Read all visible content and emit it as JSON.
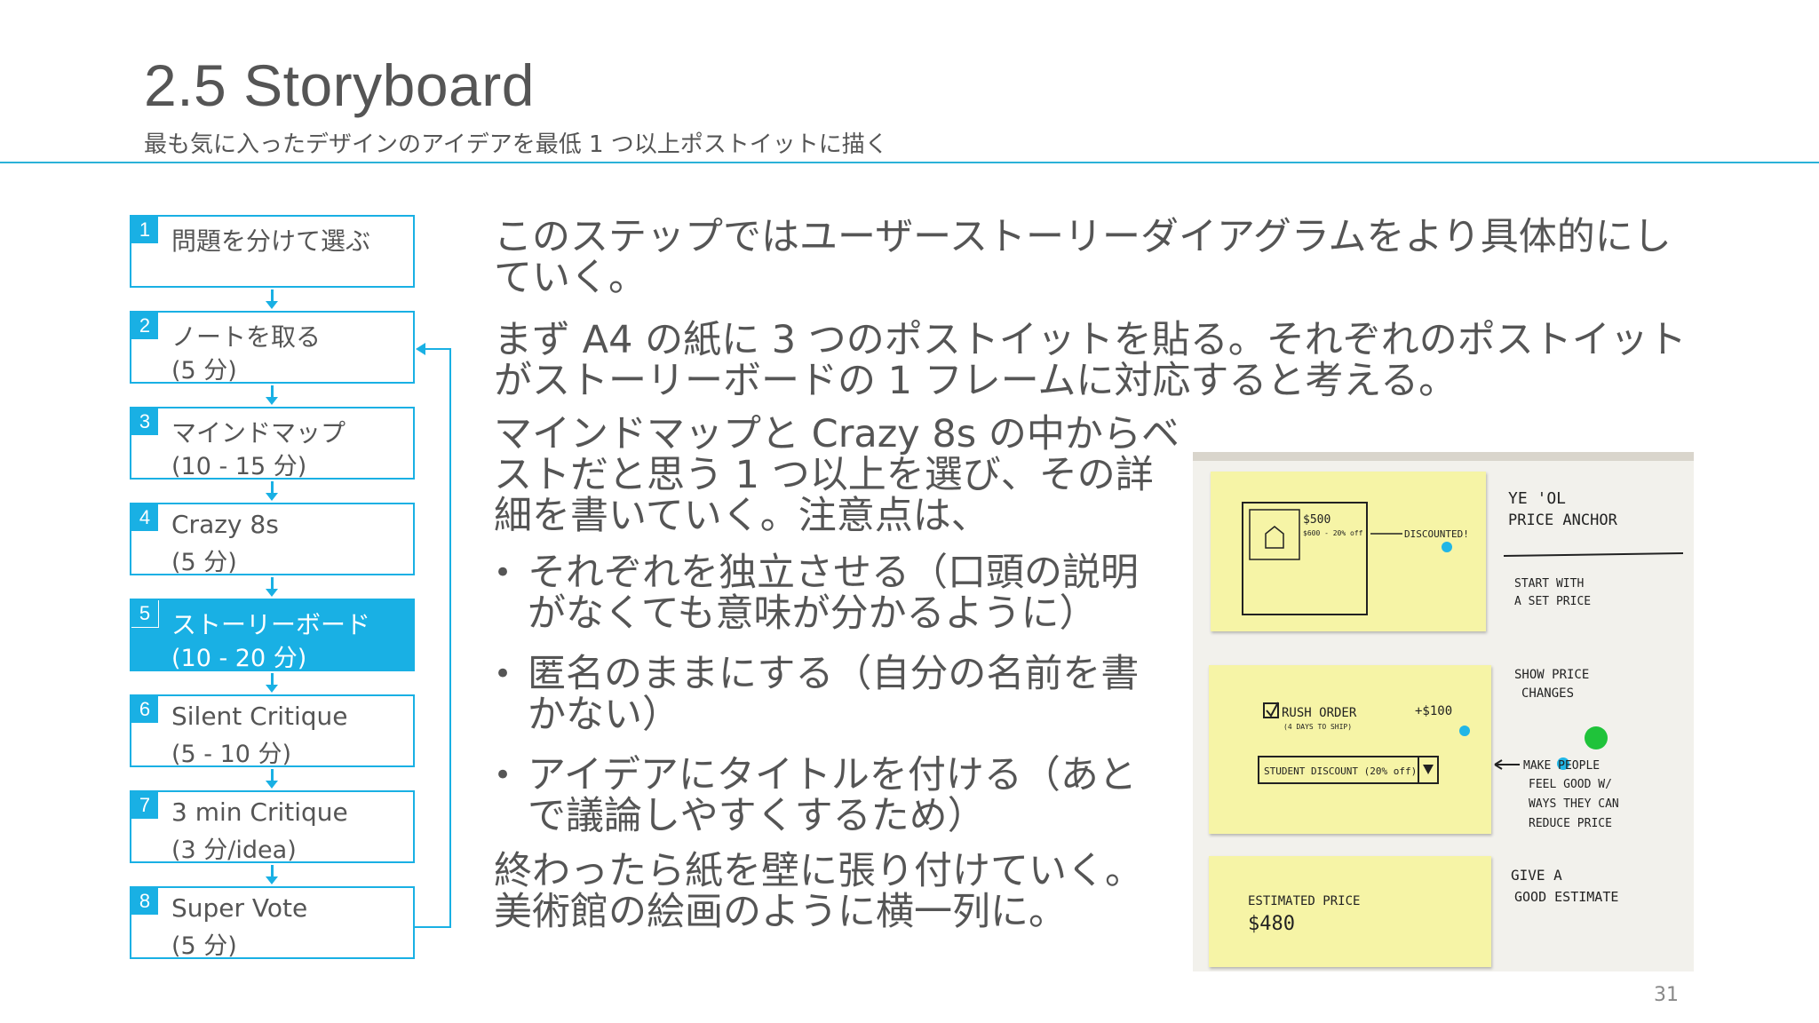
{
  "header": {
    "title": "2.5 Storyboard",
    "subtitle": "最も気に入ったデザインのアイデアを最低 1 つ以上ポストイットに描く"
  },
  "steps": [
    {
      "number": "1",
      "label": "問題を分けて選ぶ",
      "sub": ""
    },
    {
      "number": "2",
      "label": "ノートを取る",
      "sub": "(5 分)"
    },
    {
      "number": "3",
      "label": "マインドマップ",
      "sub": "(10 - 15 分)"
    },
    {
      "number": "4",
      "label": "Crazy 8s",
      "sub": "(5 分)"
    },
    {
      "number": "5",
      "label": "ストーリーボード",
      "sub": "(10 - 20 分)",
      "active": true
    },
    {
      "number": "6",
      "label": "Silent Critique",
      "sub": "(5 - 10 分)"
    },
    {
      "number": "7",
      "label": "3 min Critique",
      "sub": "(3 分/idea)"
    },
    {
      "number": "8",
      "label": "Super Vote",
      "sub": "(5 分)"
    }
  ],
  "body": {
    "para1": [
      "このステップではユーザーストーリーダイアグラムをより具体的にし",
      "ていく。"
    ],
    "para2": [
      "まず A4 の紙に 3 つのポストイットを貼る。それぞれのポストイット",
      "がストーリーボードの 1 フレームに対応すると考える。"
    ],
    "para3": [
      "マインドマップと Crazy 8s の中からベ",
      "ストだと思う 1 つ以上を選び、その詳",
      "細を書いていく。注意点は、"
    ],
    "bullets": [
      [
        "それぞれを独立させる（口頭の説明",
        "がなくても意味が分かるように）"
      ],
      [
        "匿名のままにする（自分の名前を書",
        "かない）"
      ],
      [
        "アイデアにタイトルを付ける（あと",
        "で議論しやすくするため）"
      ]
    ],
    "para4": [
      "終わったら紙を壁に張り付けていく。",
      "美術館の絵画のように横一列に。"
    ]
  },
  "photo": {
    "note1": {
      "price": "$500",
      "strike": "$600 - 20% off",
      "tag": "DISCOUNTED!"
    },
    "note2": {
      "rush": "RUSH ORDER",
      "rush_sub": "(4 DAYS TO SHIP)",
      "rush_price": "+$100",
      "student": "STUDENT DISCOUNT (20% off)"
    },
    "note3": {
      "label": "ESTIMATED PRICE",
      "price": "$480"
    },
    "side": {
      "title": [
        "YE 'OL",
        "PRICE ANCHOR"
      ],
      "s1": [
        "START WITH",
        "A SET PRICE"
      ],
      "s2": [
        "SHOW PRICE",
        "CHANGES"
      ],
      "s3": [
        "MAKE PEOPLE",
        "FEEL GOOD W/",
        "WAYS THEY CAN",
        "REDUCE PRICE"
      ],
      "s4": [
        "GIVE A",
        "GOOD ESTIMATE"
      ]
    },
    "colors": {
      "dot_blue": "#21b6e6",
      "dot_green": "#1fc33a",
      "sticky": "#f6f4a6"
    }
  },
  "page_number": "31",
  "colors": {
    "accent": "#19b0e4"
  }
}
